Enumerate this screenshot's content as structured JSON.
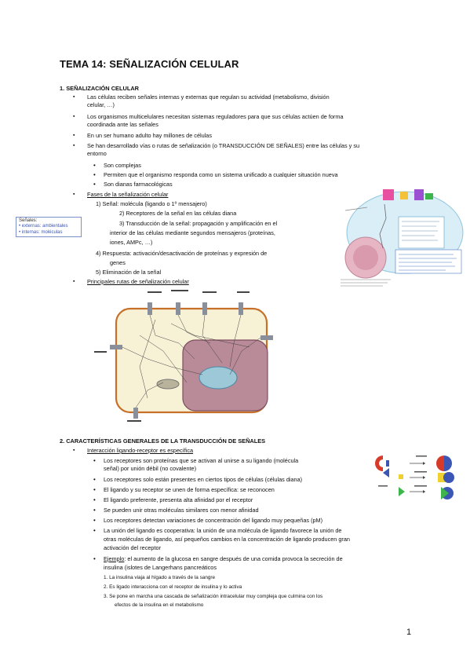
{
  "title": "TEMA 14: SEÑALIZACIÓN CELULAR",
  "section1": {
    "heading": "1.    SEÑALIZACIÓN CELULAR",
    "bullets": [
      [
        "Las células reciben señales internas y externas que regulan su actividad (metabolismo, división",
        "celular, …)"
      ],
      [
        "Los organismos multicelulares necesitan sistemas reguladores para que sus células actúen de forma",
        "coordinada ante las señales"
      ],
      [
        "En un ser humano adulto hay millones de células"
      ],
      [
        "Se han desarrollado vías o rutas de señalización (o TRANSDUCCIÓN DE SEÑALES) entre las células y su",
        "entorno"
      ]
    ],
    "sub_bullets": [
      "Son complejas",
      "Permiten que el organismo responda como un sistema unificado a cualquier situación nueva",
      "Son dianas farmacológicas"
    ],
    "phases_heading": "Fases de la señalización celular",
    "phases": [
      "1)    Señal: molécula (ligando o 1º mensajero)",
      "2)      Receptores de la señal en las células diana",
      "3)      Transducción de la señal: propagación y amplificación en el",
      "interior de las células mediante segundos mensajeros (proteínas,",
      "iones, AMPc, …)",
      "4)    Respuesta: activación/desactivación de proteínas y expresión de",
      "genes",
      "5)      Eliminación de la señal"
    ],
    "routes_heading": "Principales rutas de señalización celular"
  },
  "side_note": {
    "title": "Señales:",
    "items": [
      "• externas: ambientales",
      "• internas: moléculas"
    ]
  },
  "section2": {
    "heading": "2.    CARACTERÍSTICAS GENERALES DE LA TRANSDUCCIÓN DE SEÑALES",
    "sub_heading": "Interacción ligando-receptor es específica",
    "bullets": [
      [
        "Los receptores son proteínas que se activan al unirse a su ligando (molécula",
        "señal) por unión débil (no covalente)"
      ],
      [
        "Los receptores solo están presentes en ciertos tipos de células (células diana)"
      ],
      [
        "El ligando y su receptor se unen de forma específica: se reconocen"
      ],
      [
        "El ligando preferente, presenta alta afinidad por el receptor"
      ],
      [
        "Se pueden unir otras moléculas similares con menor afinidad"
      ],
      [
        "Los receptores detectan variaciones de concentración del ligando muy pequeñas (pM)"
      ],
      [
        "La unión del ligando es cooperativa: la unión de una molécula de ligando favorece la unión de",
        "otras moléculas de ligando, así pequeños cambios en la concentración de ligando producen gran",
        "activación del receptor"
      ]
    ],
    "example_label": "Ejemplo",
    "example_text": ": el aumento de la glucosa en sangre después de una comida provoca la secreción de",
    "example_text2": "insulina (islotes de Langerhans pancreáticos",
    "example_steps": [
      "1.    La insulina viaja al hígado a través de la sangre",
      "2.    Es ligado interacciona con el receptor de insulina y lo activa",
      "3.    Se pone en marcha una cascada de señalización intracelular muy compleja que culmina con los",
      "efectos de la insulina en el metabolismo"
    ]
  },
  "page_number": "1",
  "colors": {
    "cell_border": "#c6702a",
    "cell_fill": "#f7f1d6",
    "nucleus_fill": "#b98a98",
    "accent_blue": "#3b56b5"
  }
}
